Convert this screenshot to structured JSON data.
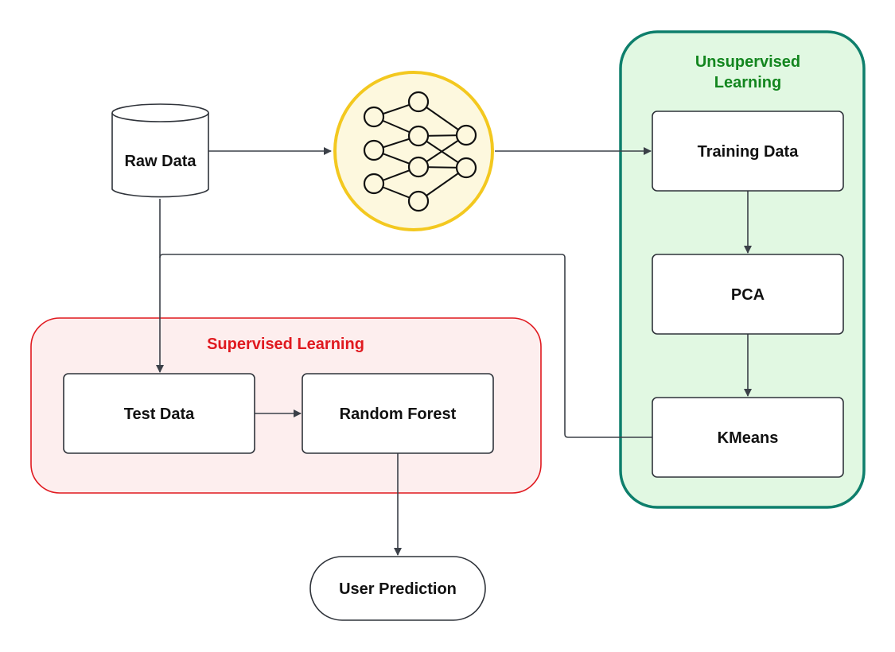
{
  "groups": {
    "supervised": {
      "label": "Supervised Learning",
      "label_color": "#e0191f",
      "fill": "#fdeeee",
      "stroke": "#e0191f"
    },
    "unsupervised": {
      "label_line1": "Unsupervised",
      "label_line2": "Learning",
      "label_color": "#13861f",
      "fill": "#e1f8e2",
      "stroke": "#0e7f6c"
    }
  },
  "nodes": {
    "raw_data": "Raw Data",
    "training_data": "Training Data",
    "pca": "PCA",
    "kmeans": "KMeans",
    "test_data": "Test Data",
    "random_forest": "Random Forest",
    "user_prediction": "User Prediction"
  },
  "icons": {
    "neural_network": {
      "name": "neural-network-icon",
      "fill": "#fdf8de",
      "stroke": "#f3c81f"
    }
  },
  "colors": {
    "edge": "#3b4048",
    "node_border": "#2f333a",
    "text": "#111111"
  }
}
